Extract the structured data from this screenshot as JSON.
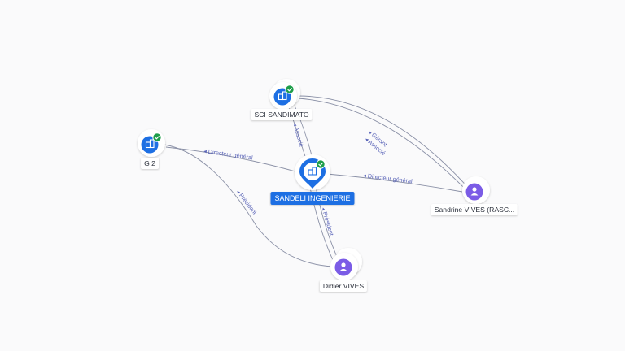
{
  "nodes": {
    "sandeli": {
      "label": "SANDELI INGENIERIE",
      "kind": "company",
      "main": true
    },
    "sci": {
      "label": "SCI SANDIMATO",
      "kind": "company"
    },
    "g2": {
      "label": "G 2",
      "kind": "company"
    },
    "sandrine": {
      "label": "Sandrine VIVES (RASC...",
      "kind": "person"
    },
    "didier": {
      "label": "Didier VIVES",
      "kind": "person"
    }
  },
  "edges": {
    "e1": {
      "label": "Directeur général"
    },
    "e2": {
      "label": "Associé"
    },
    "e3": {
      "label": "Directeur général"
    },
    "e4": {
      "label": "Président"
    },
    "e5": {
      "label": "Gérant"
    },
    "e6": {
      "label": "Associé"
    },
    "e7": {
      "label": "Président"
    }
  },
  "colors": {
    "company": "#1d6fe3",
    "person": "#7b5ce6",
    "verified": "#1e9e4a",
    "edge": "#8a90a6",
    "edge_label": "#5a64b8"
  },
  "icons": {
    "company": "building-icon",
    "person": "person-icon",
    "verified": "check-badge-icon"
  }
}
